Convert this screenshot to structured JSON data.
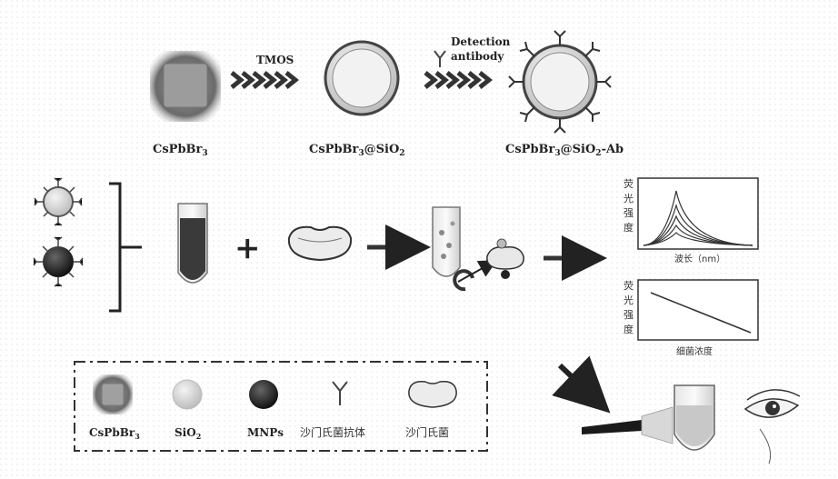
{
  "synthesis": {
    "step1_reagent": "TMOS",
    "step2_reagent_line1": "Detection",
    "step2_reagent_line2": "antibody",
    "product1": "CsPbBr",
    "product1_sub": "3",
    "product2": "CsPbBr",
    "product2_sub": "3",
    "product2_suffix": "@SiO",
    "product2_suffix_sub": "2",
    "product3": "CsPbBr",
    "product3_sub": "3",
    "product3_suffix": "@SiO",
    "product3_suffix_sub": "2",
    "product3_tail": "-Ab"
  },
  "plus_sign": "+",
  "graph_top": {
    "ylabel_chars": [
      "荧",
      "光",
      "强",
      "度"
    ],
    "xlabel": "波长（nm）"
  },
  "graph_bottom": {
    "ylabel_chars": [
      "荧",
      "光",
      "强",
      "度"
    ],
    "xlabel": "细菌浓度"
  },
  "legend": {
    "items": [
      {
        "label": "CsPbBr",
        "sub": "3"
      },
      {
        "label": "SiO",
        "sub": "2"
      },
      {
        "label": "MNPs",
        "sub": ""
      },
      {
        "label": "沙门氏菌抗体",
        "sub": ""
      },
      {
        "label": "沙门氏菌",
        "sub": ""
      }
    ]
  },
  "colors": {
    "ink": "#222222",
    "gray": "#8a8a8a",
    "light": "#d4d4d4",
    "dark": "#1a1a1a"
  }
}
